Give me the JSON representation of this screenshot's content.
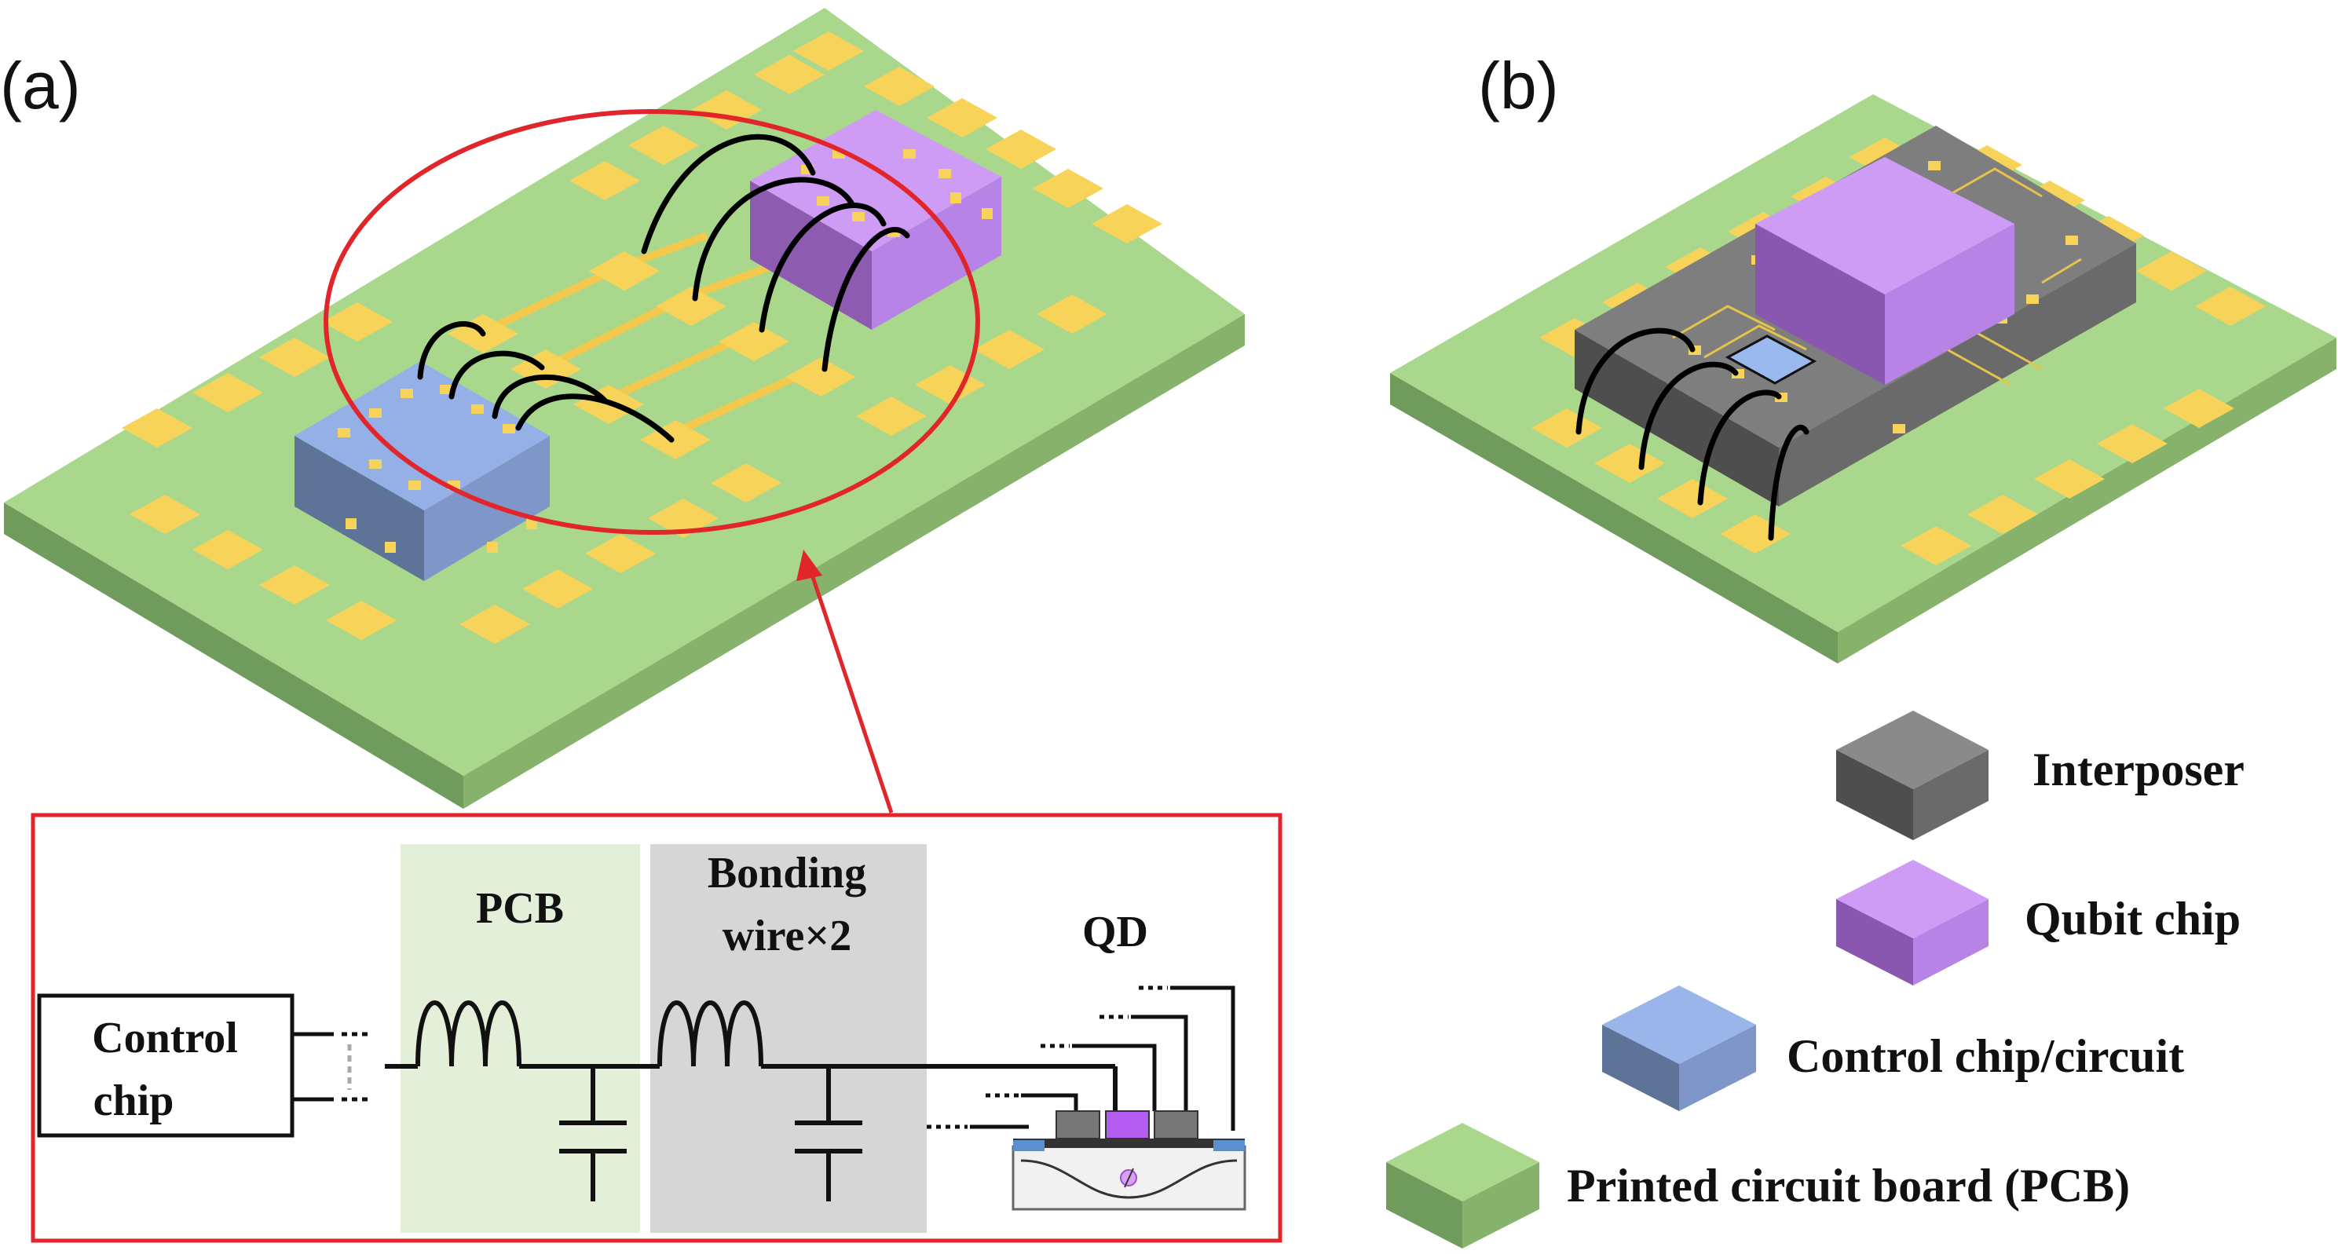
{
  "panels": {
    "a_label": "(a)",
    "b_label": "(b)"
  },
  "circuit": {
    "control_line1": "Control",
    "control_line2": "chip",
    "pcb_label": "PCB",
    "bonding_line1": "Bonding",
    "bonding_line2": "wire×2",
    "qd_label": "QD"
  },
  "legend": {
    "items": [
      {
        "label": "Interposer",
        "color": "#7a7a7a",
        "icon": "grey-cube-icon"
      },
      {
        "label": "Qubit chip",
        "color": "#c48af0",
        "icon": "purple-cube-icon"
      },
      {
        "label": "Control chip/circuit",
        "color": "#8fa9e0",
        "icon": "blue-cube-icon"
      },
      {
        "label": "Printed circuit board (PCB)",
        "color": "#a9d48a",
        "icon": "green-cube-icon"
      }
    ]
  },
  "colors": {
    "pcb_top": "#a9d88c",
    "pad": "#f7d35a",
    "highlight": "#e0262b",
    "pcb_region": "#e4efd9",
    "bonding_region": "#d6d6d6"
  }
}
